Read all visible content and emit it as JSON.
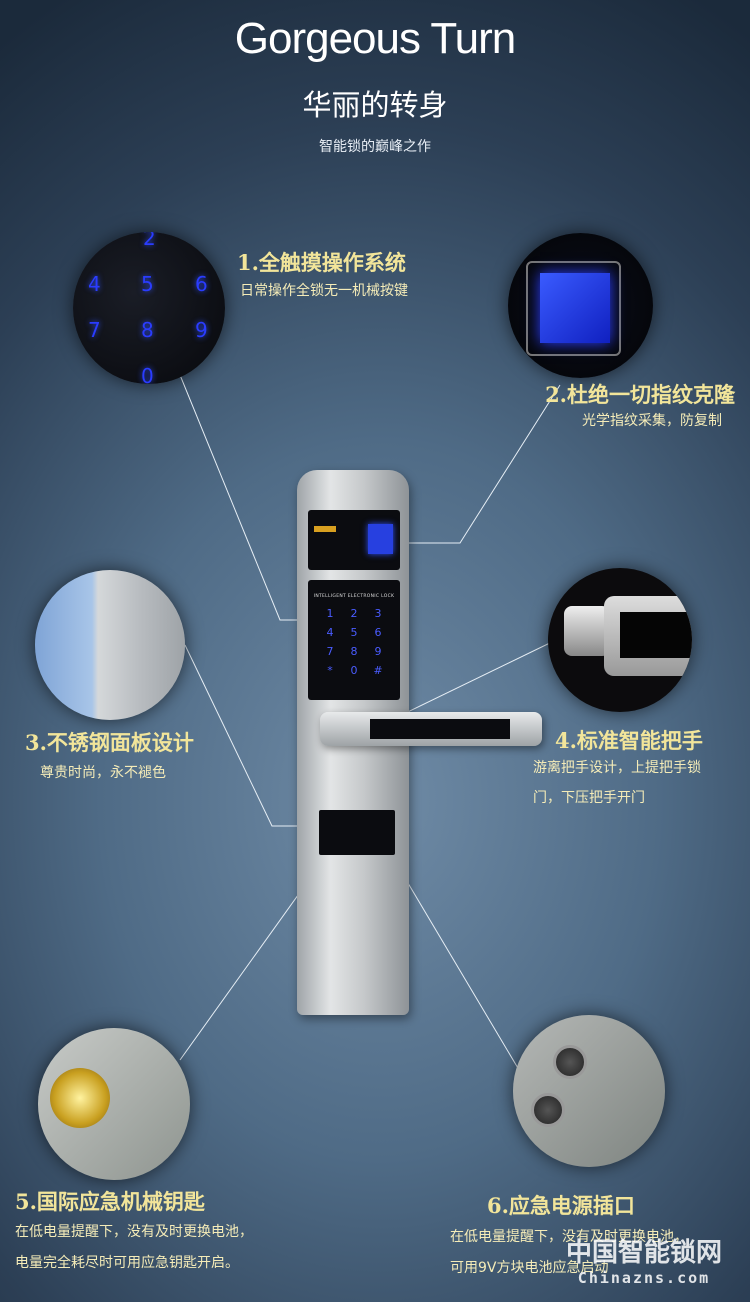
{
  "header": {
    "title": "Gorgeous Turn",
    "subtitle": "华丽的转身",
    "tagline": "智能锁的巅峰之作"
  },
  "features": [
    {
      "title": "1.全触摸操作系统",
      "lines": [
        "日常操作全锁无一机械按键"
      ]
    },
    {
      "title": "2.杜绝一切指纹克隆",
      "lines": [
        "光学指纹采集，防复制"
      ]
    },
    {
      "title": "3.不锈钢面板设计",
      "lines": [
        "尊贵时尚，永不褪色"
      ]
    },
    {
      "title": "4.标准智能把手",
      "lines": [
        "游离把手设计，上提把手锁",
        "门，下压把手开门"
      ]
    },
    {
      "title": "5.国际应急机械钥匙",
      "lines": [
        "在低电量提醒下，没有及时更换电池，",
        "电量完全耗尽时可用应急钥匙开启。"
      ]
    },
    {
      "title": "6.应急电源插口",
      "lines": [
        "在低电量提醒下，没有及时更换电池，",
        "可用9V方块电池应急启动"
      ]
    }
  ],
  "keypad_closeup": [
    "2",
    "4",
    "5",
    "6",
    "7",
    "8",
    "9",
    "0"
  ],
  "lock": {
    "panel_label": "INTELLIGENT ELECTRONIC LOCK",
    "keys": [
      "1",
      "2",
      "3",
      "4",
      "5",
      "6",
      "7",
      "8",
      "9",
      "*",
      "0",
      "#"
    ]
  },
  "watermark": {
    "cn": "中国智能锁网",
    "en": "Chinazns.com"
  },
  "colors": {
    "heading": "#f2e59a",
    "keypad_glow": "#2a3cff"
  }
}
